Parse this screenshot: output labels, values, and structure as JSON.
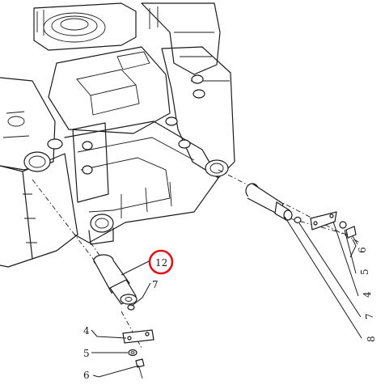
{
  "callouts": [
    {
      "id": "c12",
      "label": "12"
    },
    {
      "id": "c7a",
      "label": "7"
    },
    {
      "id": "c4a",
      "label": "4"
    },
    {
      "id": "c5a",
      "label": "5"
    },
    {
      "id": "c6a",
      "label": "6"
    },
    {
      "id": "c6b",
      "label": "6"
    },
    {
      "id": "c5b",
      "label": "5"
    },
    {
      "id": "c4b",
      "label": "4"
    },
    {
      "id": "c7b",
      "label": "7"
    },
    {
      "id": "c8",
      "label": "8"
    }
  ],
  "colors": {
    "line": "#1a1a1a",
    "highlight": "#e0141b",
    "background": "#ffffff"
  }
}
